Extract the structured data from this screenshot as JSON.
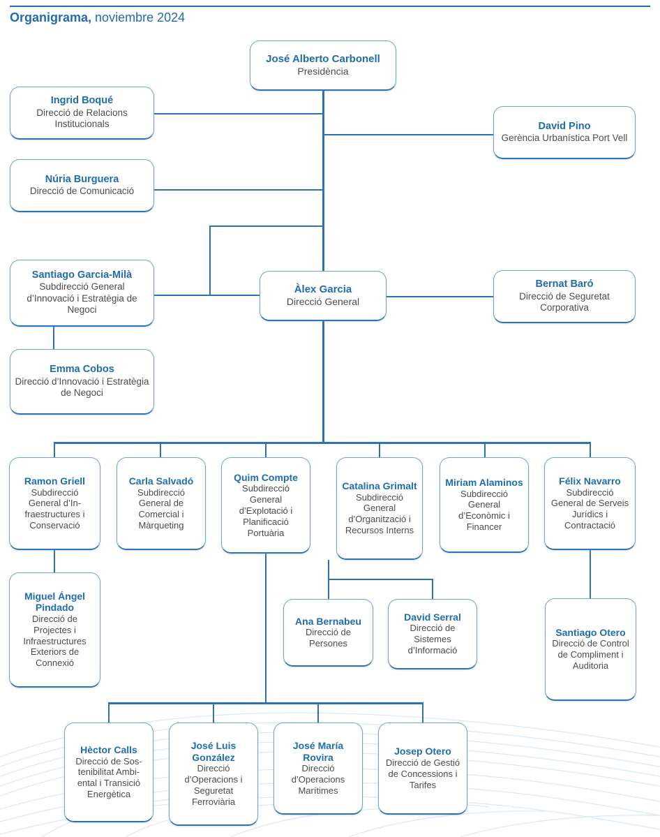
{
  "header": {
    "title_bold": "Organigrama,",
    "title_rest": " noviembre 2024"
  },
  "colors": {
    "accent": "#1f6cb0",
    "line": "#2e73b0",
    "border": "#6fa3d2",
    "role_text": "#4c4c4c",
    "background": "#ffffff"
  },
  "nodes": {
    "presidencia": {
      "name": "José Alberto Carbonell",
      "role": "Presidència"
    },
    "relacions": {
      "name": "Ingrid Boqué",
      "role": "Direcció de Relacions Institucionals"
    },
    "port_vell": {
      "name": "David Pino",
      "role": "Gerència Urbanística Port Vell"
    },
    "comunicacio": {
      "name": "Núria Burguera",
      "role": "Direcció de Comunicació"
    },
    "sg_innovacio": {
      "name": "Santiago Garcia-Milà",
      "role": "Subdirecció General d’Innovació i Estratègia de Negoci"
    },
    "direccio_general": {
      "name": "Àlex Garcia",
      "role": "Direcció General"
    },
    "seguretat_corp": {
      "name": "Bernat Baró",
      "role": "Direcció de Seguretat Corporativa"
    },
    "innovacio": {
      "name": "Emma Cobos",
      "role": "Direcció d’Innovació i Estratègia de Negoci"
    },
    "sg_infra": {
      "name": "Ramon Griell",
      "role": "Subdirecció General d’In-fraestructures i Conservació"
    },
    "sg_comercial": {
      "name": "Carla Salvadó",
      "role": "Subdirecció General de Comercial i Màrqueting"
    },
    "sg_explotacio": {
      "name": "Quim Compte",
      "role": "Subdirecció General d’Explotació i Planificació Portuària"
    },
    "sg_organitzacio": {
      "name": "Catalina Grimalt",
      "role": "Subdirecció General d’Organització i Recursos Interns"
    },
    "sg_economic": {
      "name": "Miriam Alaminos",
      "role": "Subdirecció General d’Econòmic i Financer"
    },
    "sg_juridics": {
      "name": "Félix Navarro",
      "role": "Subdirecció General de Serveis Jurídics i Contractació"
    },
    "projectes": {
      "name": "Miguel Ángel Pindado",
      "role": "Direcció de Projectes i Infraestructures Exteriors de Connexió"
    },
    "persones": {
      "name": "Ana Bernabeu",
      "role": "Direcció de Persones"
    },
    "sistemes": {
      "name": "David Serral",
      "role": "Direcció de Sistemes d’Informació"
    },
    "compliment": {
      "name": "Santiago Otero",
      "role": "Direcció de Control de Compliment i Auditoria"
    },
    "sostenibilitat": {
      "name": "Hèctor Calls",
      "role": "Direcció de Sos-tenibilitat Ambi-ental i Transició Energètica"
    },
    "ferroviaria": {
      "name": "José Luis González",
      "role": "Direcció d’Operacions i Seguretat Ferroviària"
    },
    "maritimes": {
      "name": "José María Rovira",
      "role": "Direcció d’Operacions Marítimes"
    },
    "concessions": {
      "name": "Josep Otero",
      "role": "Direcció de Gestió de Concessions i Tarifes"
    }
  }
}
